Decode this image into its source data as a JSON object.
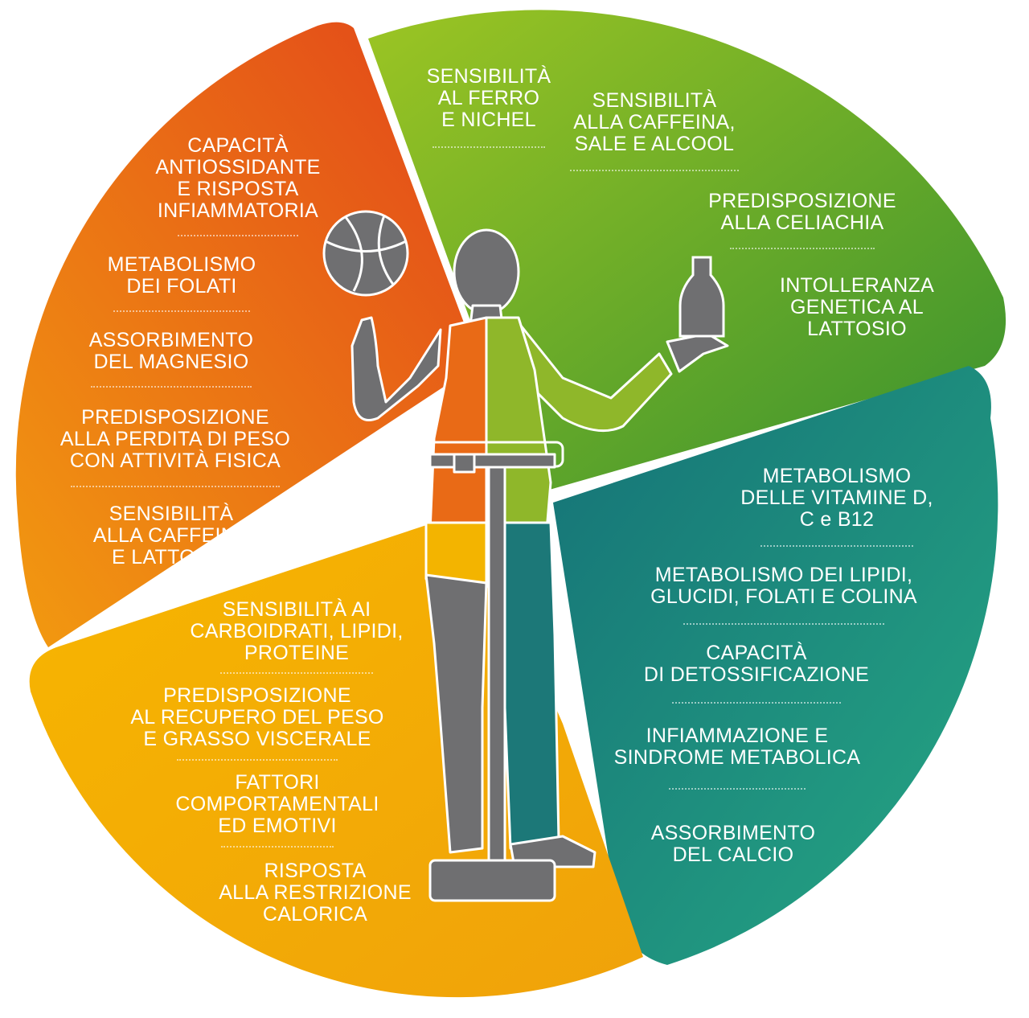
{
  "colors": {
    "orange_light": "#ef8a12",
    "orange_dark": "#e35214",
    "green_light": "#8cbf26",
    "green_dark": "#3f962f",
    "teal_light": "#21a386",
    "teal_dark": "#1a7878",
    "yellow_light": "#f5c000",
    "yellow_dark": "#f09a0a",
    "figure_gray": "#6f6f71",
    "outline": "#ffffff"
  },
  "icons": {
    "figure": "person-silhouette-icon",
    "ball": "basketball-icon",
    "bottle": "milk-bottle-icon",
    "scale": "weighing-scale-icon"
  },
  "sections": {
    "orange": {
      "items": [
        {
          "lines": [
            "CAPACITÀ",
            "ANTIOSSIDANTE",
            "E RISPOSTA",
            "INFIAMMATORIA"
          ]
        },
        {
          "lines": [
            "METABOLISMO",
            "DEI FOLATI"
          ]
        },
        {
          "lines": [
            "ASSORBIMENTO",
            "DEL MAGNESIO"
          ]
        },
        {
          "lines": [
            "PREDISPOSIZIONE",
            "ALLA PERDITA DI PESO",
            "CON ATTIVITÀ FISICA"
          ]
        },
        {
          "lines": [
            "SENSIBILITÀ",
            "ALLA CAFFEINA",
            "E LATTOSIO"
          ]
        }
      ]
    },
    "green": {
      "items": [
        {
          "lines": [
            "SENSIBILITÀ",
            "AL FERRO",
            "E NICHEL"
          ]
        },
        {
          "lines": [
            "SENSIBILITÀ",
            "ALLA CAFFEINA,",
            "SALE E ALCOOL"
          ]
        },
        {
          "lines": [
            "PREDISPOSIZIONE",
            "ALLA CELIACHIA"
          ]
        },
        {
          "lines": [
            "INTOLLERANZA",
            "GENETICA AL",
            "LATTOSIO"
          ]
        }
      ]
    },
    "teal": {
      "items": [
        {
          "lines": [
            "METABOLISMO",
            "DELLE VITAMINE D,",
            "C e B12"
          ]
        },
        {
          "lines": [
            "METABOLISMO DEI LIPIDI,",
            "GLUCIDI, FOLATI E COLINA"
          ]
        },
        {
          "lines": [
            "CAPACITÀ",
            "DI DETOSSIFICAZIONE"
          ]
        },
        {
          "lines": [
            "INFIAMMAZIONE E",
            "SINDROME METABOLICA"
          ]
        },
        {
          "lines": [
            "ASSORBIMENTO",
            "DEL CALCIO"
          ]
        }
      ]
    },
    "yellow": {
      "items": [
        {
          "lines": [
            "SENSIBILITÀ AI",
            "CARBOIDRATI, LIPIDI,",
            "PROTEINE"
          ]
        },
        {
          "lines": [
            "PREDISPOSIZIONE",
            "AL RECUPERO DEL PESO",
            "E GRASSO VISCERALE"
          ]
        },
        {
          "lines": [
            "FATTORI",
            "COMPORTAMENTALI",
            "ED EMOTIVI"
          ]
        },
        {
          "lines": [
            "RISPOSTA",
            "ALLA RESTRIZIONE",
            "CALORICA"
          ]
        }
      ]
    }
  }
}
